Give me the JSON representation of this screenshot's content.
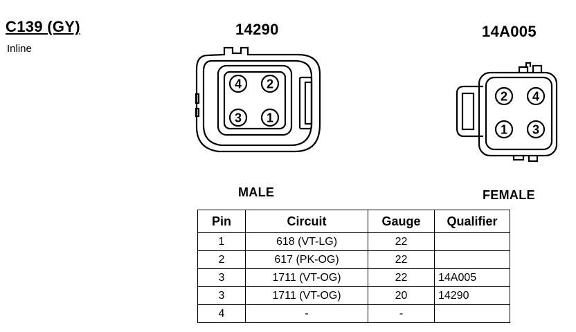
{
  "connector": {
    "id": "C139 (GY)",
    "type": "Inline"
  },
  "male": {
    "part_number": "14290",
    "label": "MALE",
    "pins": [
      "4",
      "2",
      "3",
      "1"
    ]
  },
  "female": {
    "part_number": "14A005",
    "label": "FEMALE",
    "pins": [
      "2",
      "4",
      "1",
      "3"
    ]
  },
  "table": {
    "headers": {
      "pin": "Pin",
      "circuit": "Circuit",
      "gauge": "Gauge",
      "qualifier": "Qualifier"
    },
    "rows": [
      {
        "pin": "1",
        "circuit": "618 (VT-LG)",
        "gauge": "22",
        "qualifier": ""
      },
      {
        "pin": "2",
        "circuit": "617 (PK-OG)",
        "gauge": "22",
        "qualifier": ""
      },
      {
        "pin": "3",
        "circuit": "1711 (VT-OG)",
        "gauge": "22",
        "qualifier": "14A005"
      },
      {
        "pin": "3",
        "circuit": "1711 (VT-OG)",
        "gauge": "20",
        "qualifier": "14290"
      },
      {
        "pin": "4",
        "circuit": "-",
        "gauge": "-",
        "qualifier": ""
      }
    ]
  }
}
